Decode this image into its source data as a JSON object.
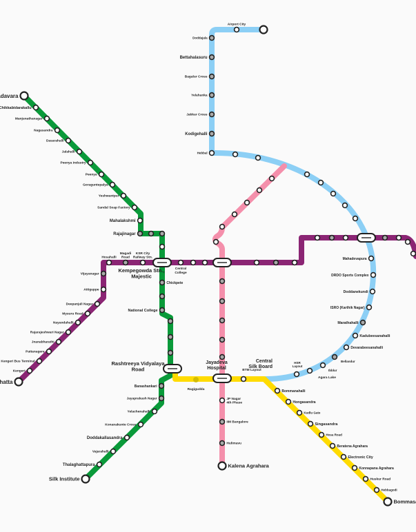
{
  "colors": {
    "green": "#0a9a3a",
    "purple": "#8b2574",
    "blue": "#8ccff5",
    "pink": "#f48fab",
    "yellow": "#ffdb00",
    "station_grey": "#aaaaaa",
    "outline": "#222222"
  },
  "lines": [
    {
      "id": "green",
      "stations": [
        {
          "label": "Madavara"
        },
        {
          "label": "Chikkabidarakallu"
        },
        {
          "label": "Manjunathanagar"
        },
        {
          "label": "Nagasandra"
        },
        {
          "label": "Dasarahalli"
        },
        {
          "label": "Jalahalli"
        },
        {
          "label": "Peenya Industry"
        },
        {
          "label": "Peenya"
        },
        {
          "label": "Goraguntepalya"
        },
        {
          "label": "Yeshwantpur"
        },
        {
          "label": "Sandal Soap Factory"
        },
        {
          "label": "Mahalakshmi"
        },
        {
          "label": "Rajajinagar",
          "grey": true
        },
        {
          "label": "",
          "grey": true
        },
        {
          "label": "",
          "grey": true
        },
        {
          "label": ""
        },
        {
          "label": "Chickpete",
          "grey": true
        },
        {
          "label": "",
          "grey": true
        },
        {
          "label": "National College",
          "grey": true
        },
        {
          "label": "",
          "grey": true
        },
        {
          "label": "",
          "grey": true
        },
        {
          "label": "",
          "grey": true
        },
        {
          "label": "Banashankari",
          "grey": true
        },
        {
          "label": "Jayaprakash Nagar",
          "grey": true
        },
        {
          "label": "Yelachenahalli"
        },
        {
          "label": "Konanakunte Cross"
        },
        {
          "label": "Doddakallasandra"
        },
        {
          "label": "Vajarahalli"
        },
        {
          "label": "Thalaghattapura"
        },
        {
          "label": "Silk Institute"
        }
      ]
    },
    {
      "id": "purple",
      "stations": [
        {
          "label": "Challaghatta"
        },
        {
          "label": "Kengeri"
        },
        {
          "label": "Kengeri Bus Terminal"
        },
        {
          "label": "Pattanagere"
        },
        {
          "label": "Jnanabharathi"
        },
        {
          "label": "Rajarajeshwari Nagar"
        },
        {
          "label": "Nayandahalli"
        },
        {
          "label": "Mysuru Road"
        },
        {
          "label": "Deepanjali Nagar"
        },
        {
          "label": "Attiguppe"
        },
        {
          "label": "Vijayanagar",
          "grey": true
        },
        {
          "label": "Hosahalli"
        },
        {
          "label": [
            "Magadi",
            "Road"
          ],
          "grey": true
        },
        {
          "label": [
            "KSR City",
            "Railway Stn."
          ]
        },
        {
          "label": [
            "Central",
            "College"
          ]
        },
        {
          "label": ""
        },
        {
          "label": ""
        },
        {
          "label": ""
        },
        {
          "label": "",
          "grey": true
        },
        {
          "label": ""
        },
        {
          "label": ""
        },
        {
          "label": "",
          "grey": true
        },
        {
          "label": ""
        },
        {
          "label": "",
          "grey": true
        },
        {
          "label": ""
        },
        {
          "label": ""
        },
        {
          "label": ""
        }
      ]
    },
    {
      "id": "blue",
      "stations": [
        {
          "label": ""
        },
        {
          "label": "Airport City"
        },
        {
          "label": "Doddajala",
          "grey": true
        },
        {
          "label": "Bettahalasuru",
          "grey": true
        },
        {
          "label": "Bagalur Cross",
          "grey": true
        },
        {
          "label": "Yelahanka",
          "grey": true
        },
        {
          "label": "Jakkur Cross",
          "grey": true
        },
        {
          "label": "Kodigehalli",
          "grey": true
        },
        {
          "label": "Hebbal"
        },
        {
          "label": ""
        },
        {
          "label": ""
        },
        {
          "label": ""
        },
        {
          "label": ""
        },
        {
          "label": ""
        },
        {
          "label": ""
        },
        {
          "label": ""
        },
        {
          "label": "Mahadevapura"
        },
        {
          "label": "DRDO Sports Complex"
        },
        {
          "label": "Doddanekundi"
        },
        {
          "label": "ISRO (Karthik Nagar)"
        },
        {
          "label": "Marathahalli",
          "grey": true
        },
        {
          "label": "Kadubeesanahalli"
        },
        {
          "label": "Devarabeesanahalli"
        },
        {
          "label": "Bellandur",
          "grey": true
        },
        {
          "label": "Ibblur"
        },
        {
          "label": "Agara Lake"
        },
        {
          "label": [
            "HSR",
            "Layout"
          ]
        }
      ]
    },
    {
      "id": "pink",
      "stations": [
        {
          "label": "Kalena Agrahara"
        },
        {
          "label": "Hulimavu",
          "grey": true
        },
        {
          "label": "IIM Bangalore",
          "grey": true
        },
        {
          "label": [
            "JP Nagar",
            "4th Phase"
          ]
        },
        {
          "label": "",
          "grey": true
        },
        {
          "label": "",
          "grey": true
        },
        {
          "label": "",
          "grey": true
        },
        {
          "label": "",
          "grey": true
        },
        {
          "label": "",
          "grey": true
        },
        {
          "label": ""
        },
        {
          "label": ""
        },
        {
          "label": ""
        },
        {
          "label": ""
        },
        {
          "label": ""
        },
        {
          "label": ""
        }
      ]
    },
    {
      "id": "yellow",
      "stations": [
        {
          "label": "Ragigudda",
          "planned": true
        },
        {
          "label": "BTM Layout"
        },
        {
          "label": [
            "Central",
            "Silk Board"
          ],
          "nodot": true
        },
        {
          "label": "Bommanahalli"
        },
        {
          "label": "Hongasandra"
        },
        {
          "label": "Kudlu Gate"
        },
        {
          "label": "Singasandra"
        },
        {
          "label": "Hosa Road"
        },
        {
          "label": "Beratena Agrahara"
        },
        {
          "label": "Electronic City"
        },
        {
          "label": "Konnapana Agrahara"
        },
        {
          "label": "Huskur Road"
        },
        {
          "label": "Hebbagodi"
        },
        {
          "label": "Bommasandra"
        }
      ]
    }
  ],
  "interchanges": [
    {
      "label": [
        "Kempegowda Stn.,",
        "Majestic"
      ]
    },
    {
      "label": ""
    },
    {
      "label": ""
    },
    {
      "label": [
        "Rashtreeya Vidyalaya",
        "Road"
      ]
    },
    {
      "label": [
        "Jayadeva",
        "Hospital"
      ]
    }
  ]
}
